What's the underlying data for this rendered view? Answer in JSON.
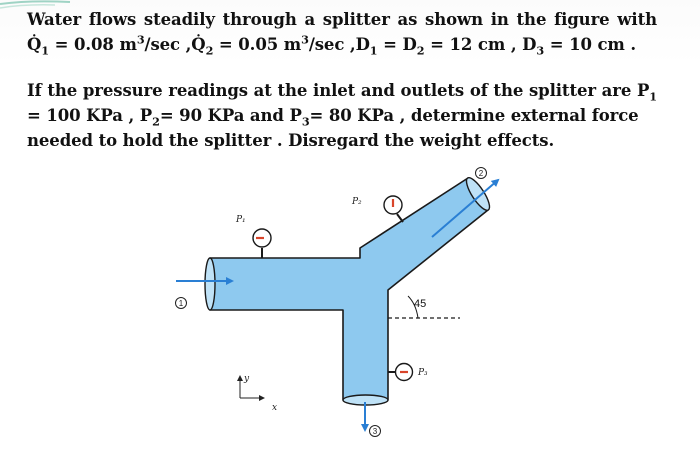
{
  "problem": {
    "para1": {
      "line1": "Water flows steadily through a splitter as shown in the figure with",
      "q1_label": "Q̇",
      "q1_sub": "1",
      "q1_value": " = 0.08 m",
      "q1_exp": "3",
      "q1_unit": "/sec ,",
      "q2_label": "Q̇",
      "q2_sub": "2",
      "q2_value": " = 0.05 m",
      "q2_exp": "3",
      "q2_unit": "/sec ,",
      "d1_label": "D",
      "d1_sub": "1",
      "d1_eq": " = ",
      "d2_label": "D",
      "d2_sub": "2",
      "d2_value": " = 12 cm , ",
      "d3_label": "D",
      "d3_sub": "3",
      "d3_value": " = 10 cm ."
    },
    "para2": {
      "line1_text": "If the pressure readings at the inlet and outlets of the splitter are P",
      "line1_sub": "1",
      "line2_p1": "= 100 KPa , P",
      "line2_sub2": "2",
      "line2_p2": "= 90 KPa  and P",
      "line2_sub3": "3",
      "line2_p3": "= 80 KPa ,  determine  external  force",
      "line3": "needed to hold the splitter . Disregard the weight effects."
    }
  },
  "figure": {
    "gauge_p1_label": "P₁",
    "gauge_p2_label": "P₂",
    "gauge_p3_label": "P₃",
    "station_1": "1",
    "station_2": "2",
    "station_3": "3",
    "angle": "45",
    "axis_y": "y",
    "axis_x": "x",
    "pipe_color": "#8ec9ef",
    "arrow_color": "#2a7fd4"
  }
}
